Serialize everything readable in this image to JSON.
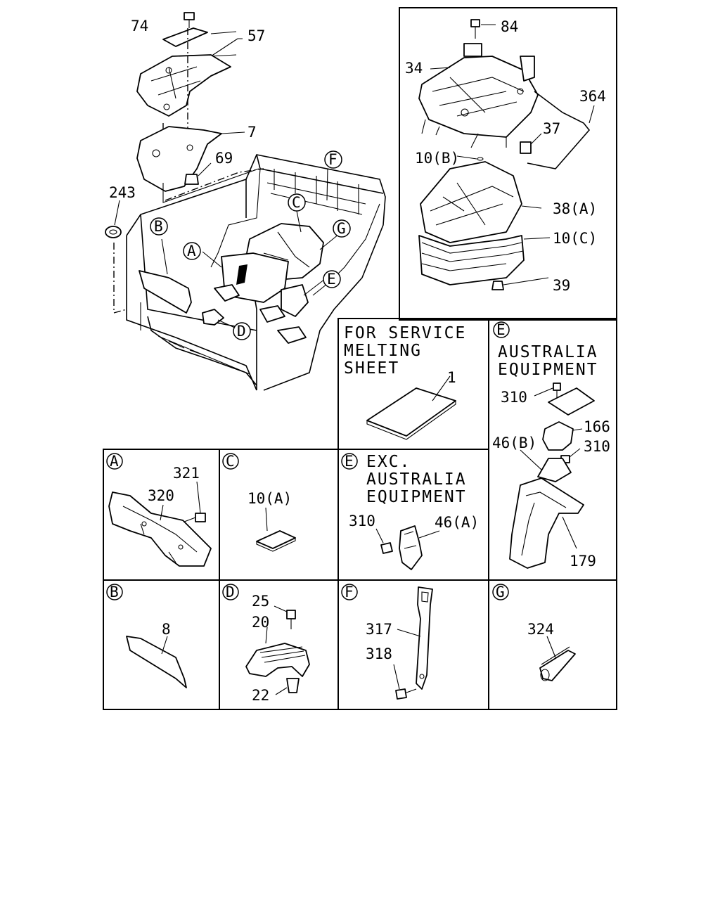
{
  "callouts_main": [
    "74",
    "57",
    "7",
    "69",
    "243",
    "84",
    "34",
    "364",
    "37",
    "10(B)",
    "38(A)",
    "10(C)",
    "39"
  ],
  "view_markers": [
    "A",
    "B",
    "C",
    "D",
    "E",
    "F",
    "G"
  ],
  "service_sheet": {
    "title_lines": [
      "FOR SERVICE",
      "MELTING",
      "SHEET"
    ],
    "part": "1"
  },
  "panel_e_aus": {
    "marker": "E",
    "title_lines": [
      "AUSTRALIA",
      "EQUIPMENT"
    ],
    "parts": [
      "310",
      "166",
      "46(B)",
      "310",
      "179"
    ]
  },
  "panel_a": {
    "marker": "A",
    "parts": [
      "321",
      "320"
    ]
  },
  "panel_c": {
    "marker": "C",
    "parts": [
      "10(A)"
    ]
  },
  "panel_e_exc": {
    "marker": "E",
    "title_lines": [
      "EXC.",
      "AUSTRALIA",
      "EQUIPMENT"
    ],
    "parts": [
      "310",
      "46(A)"
    ]
  },
  "panel_b": {
    "marker": "B",
    "parts": [
      "8"
    ]
  },
  "panel_d": {
    "marker": "D",
    "parts": [
      "25",
      "20",
      "22"
    ]
  },
  "panel_f": {
    "marker": "F",
    "parts": [
      "317",
      "318"
    ]
  },
  "panel_g": {
    "marker": "G",
    "parts": [
      "324"
    ]
  }
}
